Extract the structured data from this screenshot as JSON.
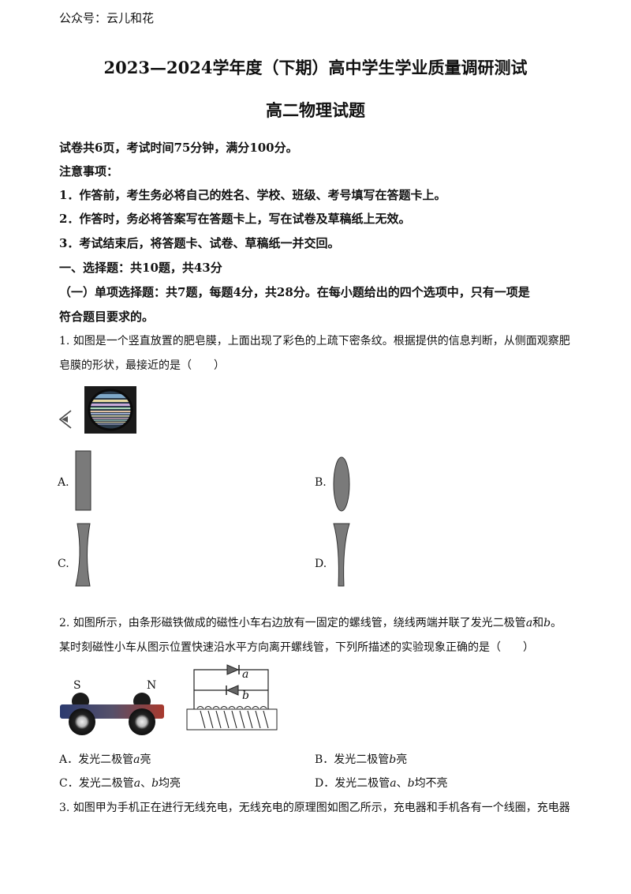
{
  "header": {
    "account": "公众号：云儿和花"
  },
  "exam": {
    "title": "2023—2024学年度（下期）高中学生学业质量调研测试",
    "subtitle": "高二物理试题",
    "info": "试卷共6页，考试时间75分钟，满分100分。"
  },
  "notes": {
    "heading": "注意事项：",
    "items": [
      "1．作答前，考生务必将自己的姓名、学校、班级、考号填写在答题卡上。",
      "2．作答时，务必将答案写在答题卡上，写在试卷及草稿纸上无效。",
      "3．考试结束后，将答题卡、试卷、草稿纸一并交回。"
    ]
  },
  "section": {
    "heading": "一、选择题：共10题，共43分",
    "sub_line1": "（一）单项选择题：共7题，每题4分，共28分。在每小题给出的四个选项中，只有一项是",
    "sub_line2": "符合题目要求的。"
  },
  "q1": {
    "line1": "1. 如图是一个竖直放置的肥皂膜，上面出现了彩色的上疏下密条纹。根据提供的信息判断，从侧面观察肥",
    "line2": "皂膜的形状，最接近的是（　　）",
    "options": {
      "a": "A.",
      "b": "B.",
      "c": "C.",
      "d": "D."
    }
  },
  "q2": {
    "line1_pre": "2. 如图所示，由条形磁铁做成的磁性小车右边放有一固定的螺线管，绕线两端并联了发光二极管",
    "var_a": "a",
    "and": "和",
    "var_b": "b",
    "period": "。",
    "line2": "某时刻磁性小车从图示位置快速沿水平方向离开螺线管，下列所描述的实验现象正确的是（　　）",
    "fig": {
      "pole_s": "S",
      "pole_n": "N",
      "diode_a": "a",
      "diode_b": "b"
    },
    "options": {
      "a_pre": "A．发光二极管",
      "a_var": "a",
      "a_post": "亮",
      "b_pre": "B．发光二极管",
      "b_var": "b",
      "b_post": "亮",
      "c_pre": "C．发光二极管",
      "c_var1": "a",
      "c_sep": "、",
      "c_var2": "b",
      "c_post": "均亮",
      "d_pre": "D．发光二极管",
      "d_var1": "a",
      "d_sep": "、",
      "d_var2": "b",
      "d_post": "均不亮"
    }
  },
  "q3": {
    "line1": "3. 如图甲为手机正在进行无线充电，无线充电的原理图如图乙所示，充电器和手机各有一个线圈，充电器"
  }
}
